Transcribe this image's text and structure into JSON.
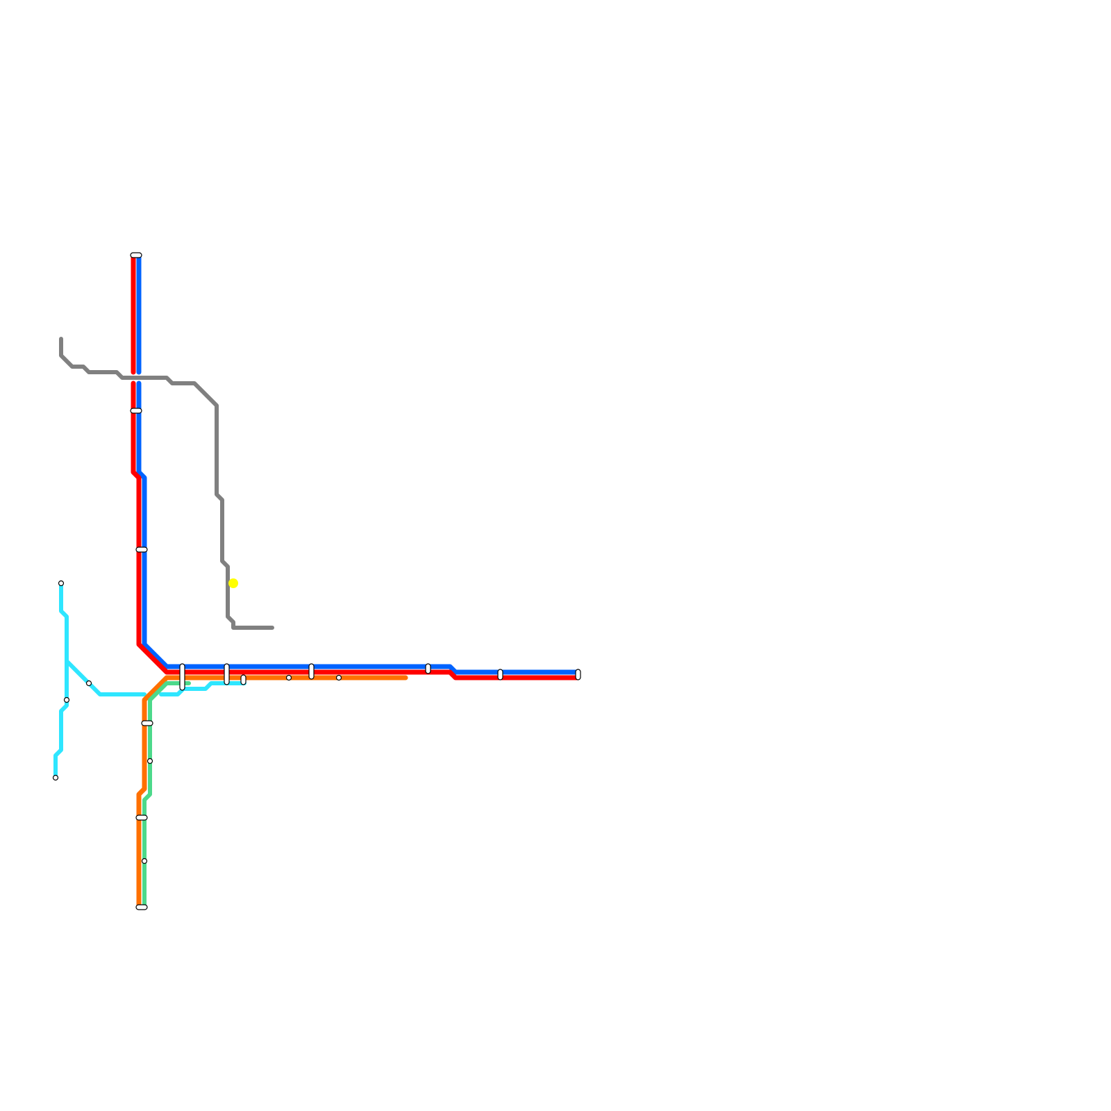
{
  "map": {
    "lines": [
      {
        "id": "red-line",
        "color": "#ff0000"
      },
      {
        "id": "blue-line",
        "color": "#0063ff"
      },
      {
        "id": "grey-line",
        "color": "#808080"
      },
      {
        "id": "cyan-line",
        "color": "#2ee6ff"
      },
      {
        "id": "orange-line",
        "color": "#ff7000"
      },
      {
        "id": "green-line",
        "color": "#4cd98a"
      }
    ],
    "marker": {
      "name": "location-marker",
      "color": "#ffff00"
    }
  }
}
